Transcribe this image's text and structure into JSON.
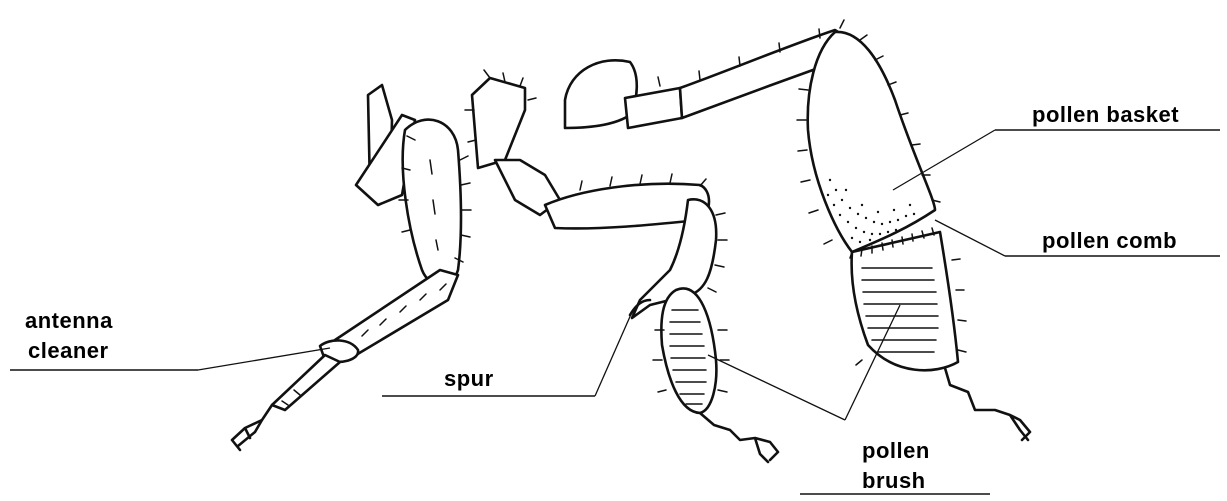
{
  "labels": {
    "antenna_cleaner_line1": "antenna",
    "antenna_cleaner_line2": "cleaner",
    "spur": "spur",
    "pollen_brush_line1": "pollen",
    "pollen_brush_line2": "brush",
    "pollen_basket": "pollen  basket",
    "pollen_comb": "pollen  comb"
  },
  "colors": {
    "ink": "#111111",
    "background": "#ffffff"
  }
}
